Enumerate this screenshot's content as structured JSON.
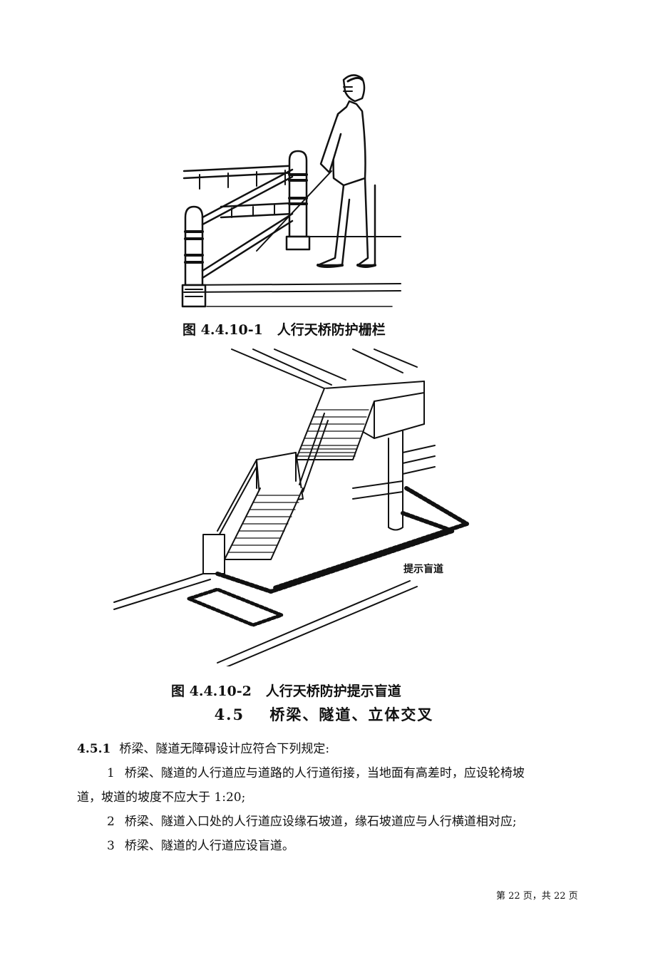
{
  "figures": {
    "fig1": {
      "caption_number": "图 4.4.10-1",
      "caption_text": "人行天桥防护栅栏"
    },
    "fig2": {
      "caption_number": "图 4.4.10-2",
      "caption_text": "人行天桥防护提示盲道",
      "label": "提示盲道"
    }
  },
  "section": {
    "number": "4.5",
    "title": "桥梁、隧道、立体交叉"
  },
  "clause": {
    "number": "4.5.1",
    "text": "桥梁、隧道无障碍设计应符合下列规定:"
  },
  "items": [
    {
      "no": "1",
      "line1": "桥梁、隧道的人行道应与道路的人行道衔接，当地面有高差时，应设轮椅坡",
      "line2": "道，坡道的坡度不应大于 1:20;"
    },
    {
      "no": "2",
      "text": "桥梁、隧道入口处的人行道应设缘石坡道，缘石坡道应与人行横道相对应;"
    },
    {
      "no": "3",
      "text": "桥梁、隧道的人行道应设盲道。"
    }
  ],
  "footer": {
    "page_text": "第 22 页，共 22 页"
  }
}
